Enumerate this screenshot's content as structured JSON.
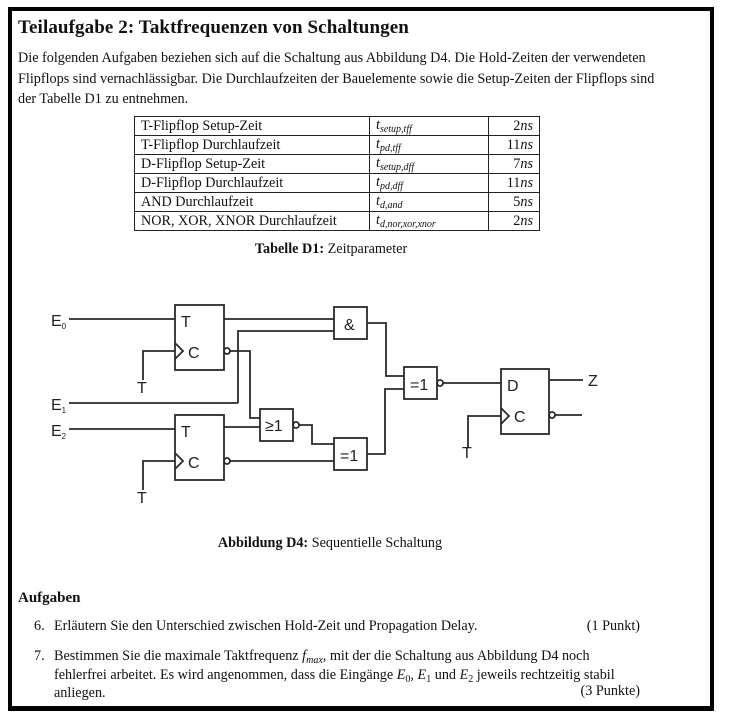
{
  "section": {
    "title": "Teilaufgabe 2: Taktfrequenzen von Schaltungen",
    "intro": "Die folgenden Aufgaben beziehen sich auf die Schaltung aus Abbildung D4. Die Hold-Zeiten der verwendeten Flipflops sind vernachlässigbar. Die Durchlaufzeiten der Bauelemente sowie die Setup-Zeiten der Flipflops sind der Tabelle D1 zu entnehmen."
  },
  "table": {
    "rows": [
      {
        "label": "T-Flipflop Setup-Zeit",
        "symbol": "t",
        "symbol_sub": "setup,tff",
        "value": "2",
        "unit": "ns"
      },
      {
        "label": "T-Flipflop Durchlaufzeit",
        "symbol": "t",
        "symbol_sub": "pd,tff",
        "value": "11",
        "unit": "ns"
      },
      {
        "label": "D-Flipflop Setup-Zeit",
        "symbol": "t",
        "symbol_sub": "setup,dff",
        "value": "7",
        "unit": "ns"
      },
      {
        "label": "D-Flipflop Durchlaufzeit",
        "symbol": "t",
        "symbol_sub": "pd,dff",
        "value": "11",
        "unit": "ns"
      },
      {
        "label": "AND Durchlaufzeit",
        "symbol": "t",
        "symbol_sub": "d,and",
        "value": "5",
        "unit": "ns"
      },
      {
        "label": "NOR, XOR, XNOR Durchlaufzeit",
        "symbol": "t",
        "symbol_sub": "d,nor,xor,xnor",
        "value": "2",
        "unit": "ns"
      }
    ],
    "caption_bold": "Tabelle D1:",
    "caption_text": " Zeitparameter"
  },
  "figure": {
    "inputs": {
      "e0": "E",
      "e0_sub": "0",
      "e1": "E",
      "e1_sub": "1",
      "e2": "E",
      "e2_sub": "2"
    },
    "clock_label": "T",
    "tff_t_label": "T",
    "ff_clock_input_label": "C",
    "dff_d_label": "D",
    "and_gate_label": "&",
    "nor_gate_label": "≥1",
    "xor_gate_label": "=1",
    "xnor_gate_label": "=1",
    "output_label": "Z",
    "caption_bold": "Abbildung D4:",
    "caption_text": " Sequentielle Schaltung"
  },
  "tasks": {
    "heading": "Aufgaben",
    "items": [
      {
        "number": "6.",
        "text": "Erläutern Sie den Unterschied zwischen Hold-Zeit und Propagation Delay.",
        "points": "(1 Punkt)"
      },
      {
        "number": "7.",
        "text_part1": "Bestimmen Sie die maximale Taktfrequenz ",
        "math_f": "f",
        "math_f_sub": "max",
        "text_part2": ", mit der die Schaltung aus Abbildung D4 noch fehlerfrei arbeitet. Es wird angenommen, dass die Eingänge ",
        "e0": "E",
        "e0_sub": "0",
        "sep1": ", ",
        "e1": "E",
        "e1_sub": "1",
        "sep2": " und ",
        "e2": "E",
        "e2_sub": "2",
        "text_part3": " jeweils rechtzeitig stabil anliegen.",
        "points": "(3 Punkte)"
      }
    ]
  }
}
